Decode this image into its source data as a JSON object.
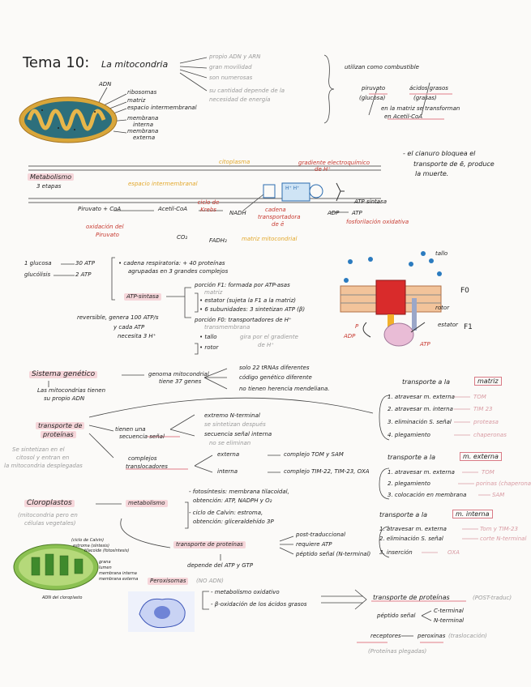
{
  "title": {
    "main": "Tema 10:",
    "sub": "La mitocondria"
  },
  "intro": [
    "propio ADN y ARN",
    "gran movilidad",
    "son numerosas",
    "su cantidad depende de la",
    "necesidad de energía"
  ],
  "fuel": {
    "head": "utilizan como combustible",
    "a": "piruvato",
    "a2": "(glucosa)",
    "b": "ácidos grasos",
    "b2": "(grasas)",
    "c": "en la matriz se transforman",
    "d": "en Acetil-CoA"
  },
  "mito_labels": [
    "ADN",
    "ribosomas",
    "matriz",
    "espacio intermembranal",
    "membrana",
    "interna",
    "membrana",
    "externa"
  ],
  "cyanide": [
    "- el cianuro bloquea el",
    "transporte de ē, produce",
    "la muerte."
  ],
  "metab": {
    "title": "Metabolismo",
    "stages": "3 etapas",
    "citoplasma": "citoplasma",
    "gradiente": "gradiente electroquímico",
    "gradiente2": "de H⁺",
    "espacio": "espacio intermembranal",
    "piruvato": "Piruvato + CoA",
    "acetil": "Acetil-CoA",
    "ciclo": "ciclo de Krebs",
    "nadh": "NADH",
    "cadena": "cadena",
    "cadena2": "transportadora",
    "cadena3": "de ē",
    "oxid": "oxidación del",
    "oxid2": "Piruvato",
    "co2": "CO₂",
    "fadh": "FADH₂",
    "matriz": "matriz mitocondrial",
    "atp_sintasa": "ATP sintasa",
    "adp": "ADP",
    "atp": "ATP",
    "fosf": "fosforilación oxidativa"
  },
  "atp": {
    "glucosa": "1 glucosa",
    "atp30": "30 ATP",
    "glucolisis": "glucólisis",
    "atp2": "2 ATP",
    "cadena": "• cadena respiratoria: + 40 proteínas",
    "cadena2": "agrupadas en 3 grandes complejos",
    "sintasa": "ATP-sintasa",
    "f1": "porción F1: formada por ATP-asas",
    "f1b": "matriz",
    "estator": "• estator (sujeta la F1 a la matriz)",
    "sub": "• 6 subunidades: 3 sintetizan ATP (β)",
    "f0": "porción F0: transportadores de H⁺",
    "f0b": "transmembrana",
    "tallo": "• tallo",
    "tallo2": "gira por el gradiente",
    "rotor": "• rotor",
    "rotor2": "de H⁺",
    "rev": "reversible, genera 100 ATP/s",
    "rev2": "y cada ATP",
    "rev3": "necesita 3 H⁺"
  },
  "fig": {
    "tallo": "tallo",
    "f0": "F0",
    "rotor": "rotor",
    "estator": "estator",
    "f1": "F1",
    "adp": "ADP",
    "p": "P",
    "atp": "ATP"
  },
  "gen": {
    "title": "Sistema genético",
    "a": "genoma mitocondrial",
    "b": "tiene 37 genes",
    "c": "Las mitocondrias tienen",
    "d": "su propio ADN",
    "e1": "solo 22 tRNAs diferentes",
    "e2": "código genético diferente",
    "e3": "no tienen herencia mendeliana."
  },
  "tp": {
    "title": "transporte de",
    "title2": "proteínas",
    "side1": "Se sintetizan en el",
    "side2": "citosol y entran en",
    "side3": "la mitocondria desplegadas",
    "sec": "tienen una",
    "sec2": "secuencia señal",
    "ext": "extremo N-terminal",
    "ext2": "se sintetizan después",
    "ext3": "secuencia señal interna",
    "ext4": "no se eliminan",
    "comp": "complejos",
    "comp2": "translocadores",
    "extn": "externa",
    "extc": "complejo TOM y SAM",
    "intn": "interna",
    "intc": "complejo TIM-22, TIM-23, OXA"
  },
  "matrix": {
    "title": "transporte a la",
    "box": "matriz",
    "i1": "1. atravesar m. externa",
    "i1b": "TOM",
    "i2": "2. atravesar m. interna",
    "i2b": "TIM 23",
    "i3": "3. eliminación S. señal",
    "i3b": "proteasa",
    "i4": "4. plegamiento",
    "i4b": "chaperonas"
  },
  "mext": {
    "title": "transporte a la",
    "box": "m. externa",
    "i1": "1. atravesar m. externa",
    "i1b": "TOM",
    "i2": "2. plegamiento",
    "i2b": "porinas (chaperonas)",
    "i3": "3. colocación en membrana",
    "i3b": "SAM"
  },
  "mint": {
    "title": "transporte a la",
    "box": "m. interna",
    "i1": "1. atravesar m. externa",
    "i1b": "Tom y TIM-23",
    "i2": "2. eliminación S. señal",
    "i2b": "corte N-terminal",
    "i3": "3. inserción",
    "i3b": "OXA"
  },
  "cloro": {
    "title": "Cloroplastos",
    "sub": "(mitocondria pero en",
    "sub2": "células vegetales)",
    "met": "metabolismo",
    "foto": "- fotosíntesis: membrana tilacoidal,",
    "foto2": "obtención: ATP, NADPH y O₂",
    "calvin": "- ciclo de Calvin: estroma,",
    "calvin2": "obtención: gliceraldehído 3P",
    "tp": "transporte de proteínas",
    "post": "post-traduccional",
    "req": "requiere ATP",
    "pep": "péptido señal (N-terminal)",
    "dep": "depende del ATP y GTP"
  },
  "cfig": [
    "(ciclo de Calvin)",
    "estroma (síntesis)",
    "tilacoide (fotosíntesis)",
    "grana",
    "lumen",
    "membrana interna",
    "membrana externa",
    "ADN del cloroplasto"
  ],
  "perox": {
    "title": "Peroxisomas",
    "sub": "(NO ADN)",
    "a": "- metabolismo oxidativo",
    "b": "- β-oxidación de los ácidos grasos",
    "tp": "transporte de proteínas",
    "tp2": "(POST-traduc)",
    "pep": "péptido señal",
    "ct": "C-terminal",
    "nt": "N-terminal",
    "rec": "receptores",
    "pex": "peroxinas",
    "trans": "(traslocación)",
    "plg": "(Proteínas plegadas)"
  }
}
